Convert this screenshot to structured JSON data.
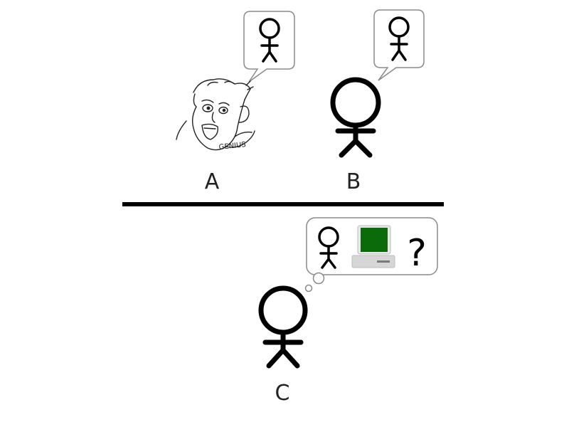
{
  "figure": {
    "label_a": "A",
    "label_b": "B",
    "label_c": "C",
    "genius_caption": "GENIUS",
    "question_mark": "?"
  },
  "colors": {
    "stroke": "#000000",
    "bubble_border": "#8a8a8a",
    "screen": "#0b6b0b",
    "computer_body": "#d6d6d6"
  },
  "icons": {
    "person_a": "genius-meme-face-icon",
    "person_b": "stick-figure-icon",
    "person_c": "stick-figure-icon",
    "computer": "computer-icon"
  }
}
